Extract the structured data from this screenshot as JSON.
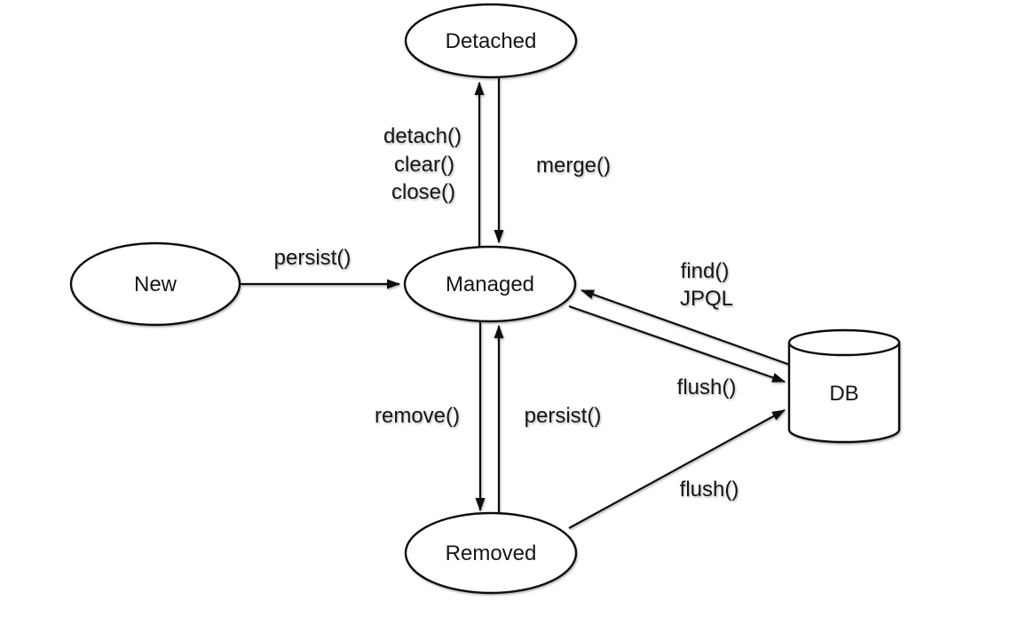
{
  "diagram": {
    "nodes": {
      "detached": {
        "label": "Detached"
      },
      "new_state": {
        "label": "New"
      },
      "managed": {
        "label": "Managed"
      },
      "removed": {
        "label": "Removed"
      },
      "db": {
        "label": "DB"
      }
    },
    "edges": {
      "detach": {
        "lines": [
          "detach()",
          "clear()",
          "close()"
        ]
      },
      "merge": {
        "label": "merge()"
      },
      "persist_new": {
        "label": "persist()"
      },
      "find": {
        "lines": [
          "find()",
          "JPQL"
        ]
      },
      "flush_managed": {
        "label": "flush()"
      },
      "remove": {
        "label": "remove()"
      },
      "persist_removed": {
        "label": "persist()"
      },
      "flush_removed": {
        "label": "flush()"
      }
    },
    "colors": {
      "stroke": "#111111",
      "fill": "#ffffff",
      "text": "#141414"
    }
  }
}
